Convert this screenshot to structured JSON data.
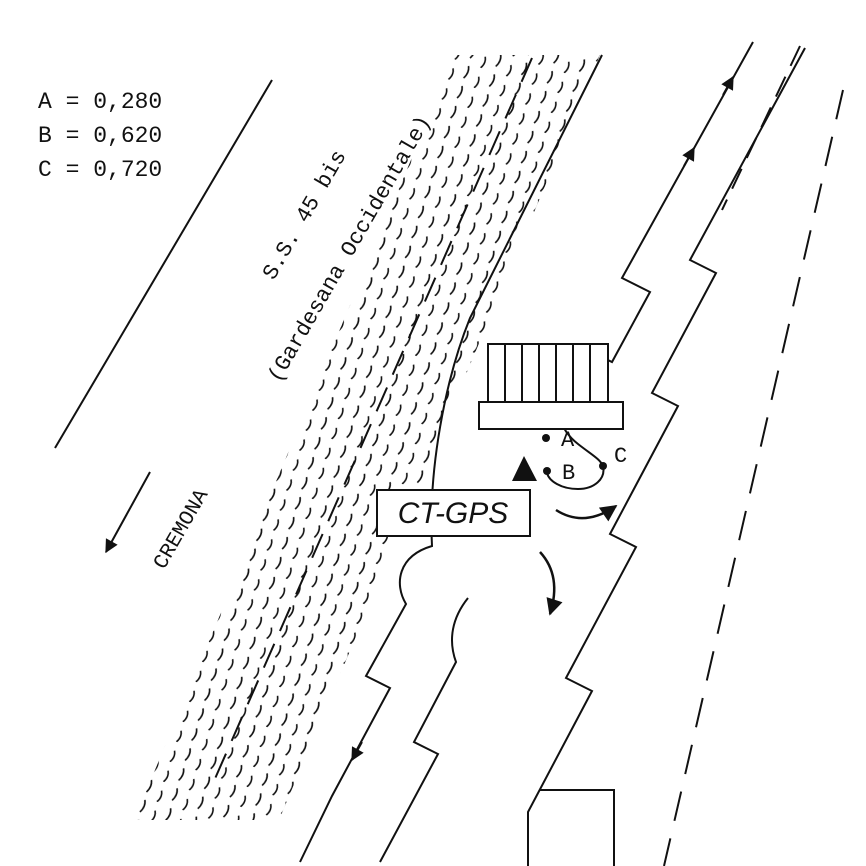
{
  "colors": {
    "ink": "#111111",
    "background": "#ffffff"
  },
  "legend": {
    "entries": [
      {
        "text": "A = 0,280"
      },
      {
        "text": "B = 0,620"
      },
      {
        "text": "C = 0,720"
      }
    ]
  },
  "road": {
    "name": "S.S. 45 bis",
    "detail": "(Gardesana Occidentale)"
  },
  "direction": {
    "label": "CREMONA"
  },
  "station": {
    "label": "CT-GPS"
  },
  "points": {
    "a": {
      "label": "A"
    },
    "b": {
      "label": "B"
    },
    "c": {
      "label": "C"
    }
  }
}
